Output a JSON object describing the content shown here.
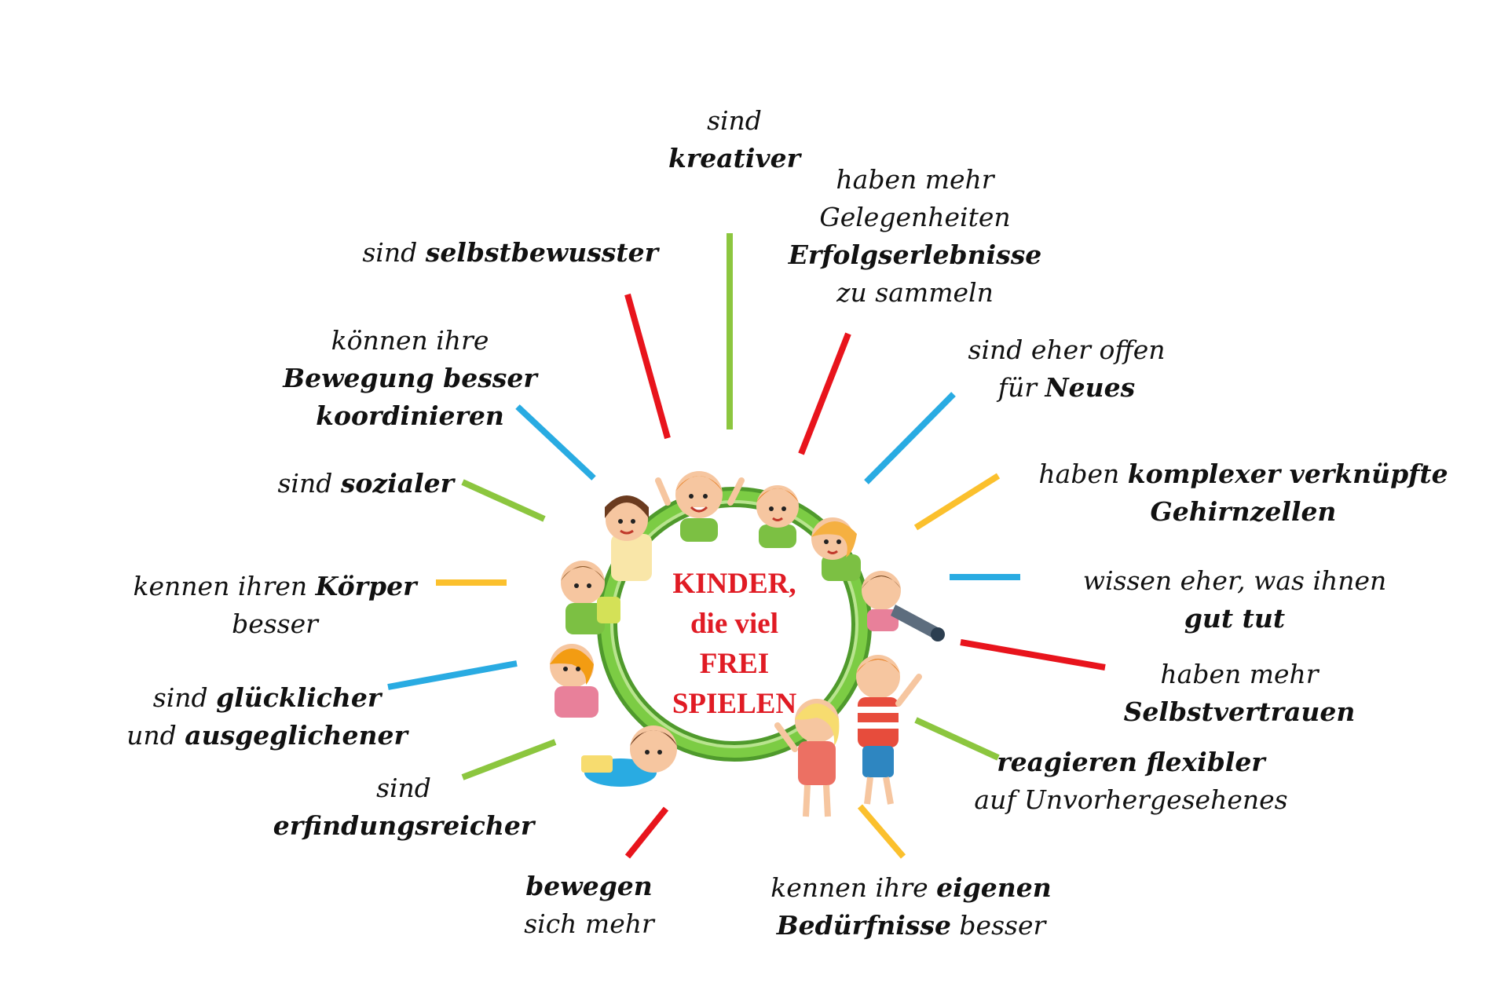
{
  "center": {
    "lines": [
      "KINDER,",
      "die viel",
      "FREI",
      "SPIELEN"
    ]
  },
  "colors": {
    "red": "#e8141c",
    "green": "#8cc63f",
    "blue": "#29abe2",
    "yellow": "#fbc02d",
    "ring": "#6cbf3a",
    "title": "#e01b24"
  },
  "labels": {
    "kreativer": {
      "pre": "sind",
      "bold": "kreativer"
    },
    "selbstbewusster": {
      "pre": "sind ",
      "bold": "selbstbewusster"
    },
    "erfolg": {
      "l1": "haben mehr",
      "l2": "Gelegenheiten",
      "bold": "Erfolgserlebnisse",
      "l4": "zu sammeln"
    },
    "bewegung": {
      "l1": "können ihre",
      "bold1": "Bewegung besser",
      "bold2": "koordinieren"
    },
    "offen": {
      "l1": "sind eher offen",
      "pre2": "für ",
      "bold": "Neues"
    },
    "sozialer": {
      "pre": "sind ",
      "bold": "sozialer"
    },
    "gehirn": {
      "pre": "haben ",
      "bold1": "komplexer verknüpfte",
      "bold2": "Gehirnzellen"
    },
    "koerper": {
      "pre": "kennen ihren ",
      "bold": "Körper",
      "l2": "besser"
    },
    "guttut": {
      "l1": "wissen eher, was ihnen",
      "bold": "gut tut"
    },
    "gluecklich": {
      "pre1": "sind ",
      "bold1": "glücklicher",
      "pre2": "und ",
      "bold2": "ausgeglichener"
    },
    "vertrauen": {
      "l1": "haben mehr",
      "bold": "Selbstvertrauen"
    },
    "flexibel": {
      "bold": "reagieren flexibler",
      "l2": "auf Unvorhergesehenes"
    },
    "erfindung": {
      "l1": "sind",
      "bold": "erfindungsreicher"
    },
    "bewegen": {
      "bold": "bewegen",
      "l2": "sich mehr"
    },
    "beduerfnisse": {
      "pre": "kennen ihre ",
      "bold1": "eigenen",
      "bold2": "Bedürfnisse",
      "post": " besser"
    }
  }
}
